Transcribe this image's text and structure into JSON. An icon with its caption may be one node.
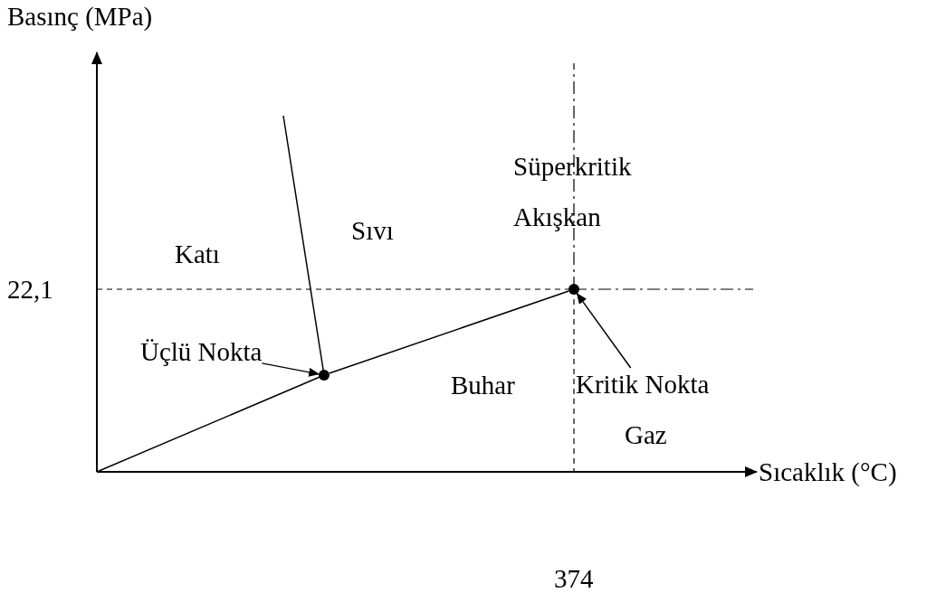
{
  "diagram": {
    "nodes": [
      {
        "text": [],
        "shape": "circle"
      },
      {
        "text": [
          "Üçlü Nokta"
        ]
      },
      {
        "text": [],
        "shape": "circle"
      },
      {
        "text": [
          "Kritik Nokta"
        ]
      }
    ],
    "edges": [
      {
        "from": 1,
        "to": 2,
        "arrow": "to"
      },
      {
        "from": 3,
        "to": 0,
        "arrow": "to"
      },
      {
        "from": 2,
        "to": 0,
        "arrow": "none"
      }
    ],
    "labels": [
      "Basınç (MPa)",
      "Süperkritik Akışkan",
      "Sıvı",
      "Katı",
      "22,1",
      "Buhar",
      "Gaz",
      "Sıcaklık (°C)",
      "374"
    ]
  }
}
